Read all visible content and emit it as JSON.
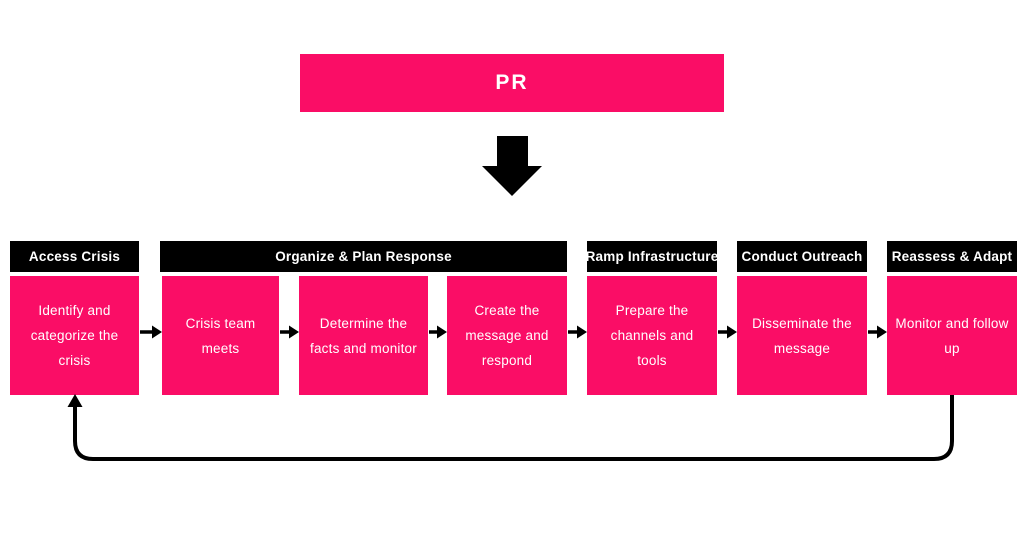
{
  "colors": {
    "accent_pink": "#FA0D66",
    "header_black": "#000000",
    "arrow_black": "#000000",
    "text_on_fill": "#FFFFFF",
    "background": "#FFFFFF"
  },
  "banner": {
    "title": "PR"
  },
  "icons": {
    "banner_to_steps": "down-arrow-icon",
    "between_steps": "right-arrow-icon",
    "feedback": "loop-up-arrow-icon"
  },
  "stages": [
    {
      "label": "Access Crisis",
      "covers_steps": [
        0
      ]
    },
    {
      "label": "Organize & Plan Response",
      "covers_steps": [
        1,
        2,
        3
      ]
    },
    {
      "label": "Ramp Infrastructure",
      "covers_steps": [
        4
      ]
    },
    {
      "label": "Conduct Outreach",
      "covers_steps": [
        5
      ]
    },
    {
      "label": "Reassess & Adapt",
      "covers_steps": [
        6
      ]
    }
  ],
  "steps": [
    {
      "label": "Identify and categorize the crisis"
    },
    {
      "label": "Crisis team meets"
    },
    {
      "label": "Determine the facts and monitor"
    },
    {
      "label": "Create the message and respond"
    },
    {
      "label": "Prepare the channels and tools"
    },
    {
      "label": "Disseminate the message"
    },
    {
      "label": "Monitor and follow up"
    }
  ],
  "feedback_loop": {
    "from_step": 6,
    "to_step": 0
  }
}
